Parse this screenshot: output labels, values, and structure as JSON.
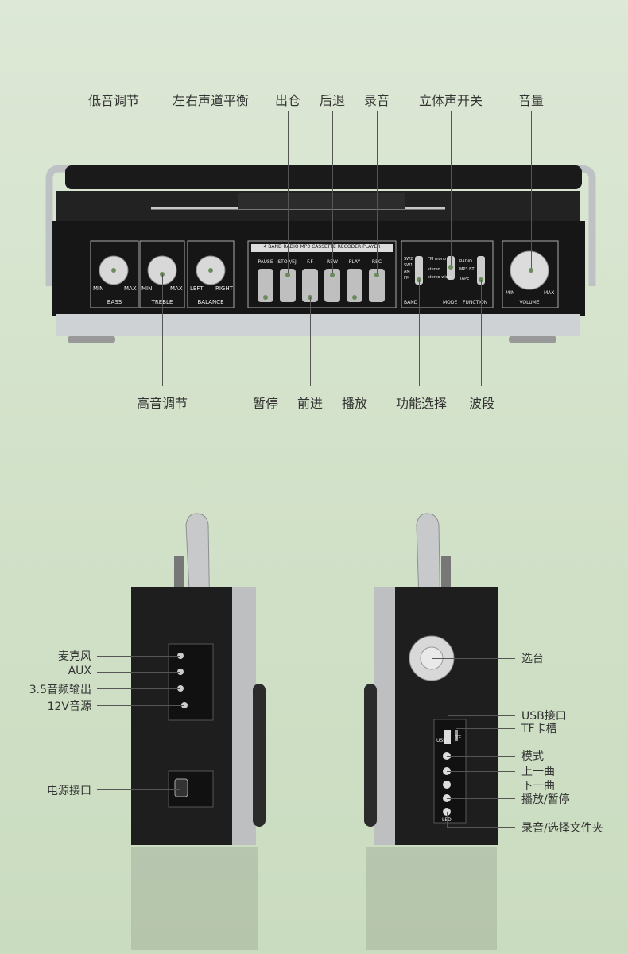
{
  "front": {
    "top_labels": [
      "低音调节",
      "左右声道平衡",
      "出仓",
      "后退",
      "录音",
      "立体声开关",
      "音量"
    ],
    "bottom_labels": [
      "高音调节",
      "暂停",
      "前进",
      "播放",
      "功能选择",
      "波段"
    ],
    "panel": {
      "bass": {
        "min": "MIN",
        "max": "MAX",
        "name": "BASS"
      },
      "treble": {
        "min": "MIN",
        "max": "MAX",
        "name": "TREBLE"
      },
      "balance": {
        "min": "LEFT",
        "max": "RIGHT",
        "name": "BALANCE"
      },
      "deck_title": "4 BAND RADIO MP3 CASSETTE RECODER PLAYER",
      "buttons": [
        "PAUSE",
        "STOP/EJ.",
        "F.F",
        "REW",
        "PLAY",
        "REC"
      ],
      "band_items": [
        "SW2",
        "SW1",
        "AM",
        "FM"
      ],
      "mode_items": [
        "FM mono",
        "stereo",
        "stereo wide"
      ],
      "function_items": [
        "RADIO",
        "MP3 BT",
        "TAPE"
      ],
      "bottom_words": [
        "BAND",
        "MODE",
        "FUNCTION"
      ],
      "volume": {
        "min": "MIN",
        "max": "MAX",
        "name": "VOLUME"
      }
    }
  },
  "left_side": {
    "labels": [
      "麦克风",
      "AUX",
      "3.5音频输出",
      "12V音源",
      "电源接口"
    ]
  },
  "right_side": {
    "labels": [
      "选台",
      "USB接口",
      "TF卡槽",
      "模式",
      "上一曲",
      "下一曲",
      "播放/暂停",
      "录音/选择文件夹"
    ],
    "port_labels": [
      "USB",
      "TF",
      "LED"
    ]
  }
}
